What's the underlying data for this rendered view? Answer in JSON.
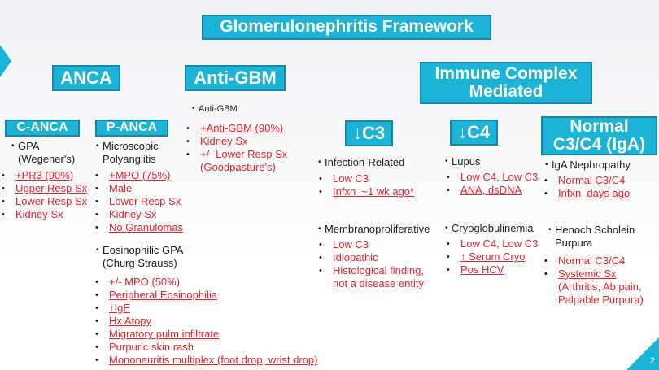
{
  "title": "Glomerulonephritis Framework",
  "page_number": "2",
  "categories": {
    "anca": "ANCA",
    "anti_gbm": "Anti-GBM",
    "immune_complex": "Immune Complex\nMediated"
  },
  "subcategories": {
    "c_anca": "C-ANCA",
    "p_anca": "P-ANCA",
    "low_c3": "↓C3",
    "low_c4": "↓C4",
    "normal": "Normal\nC3/C4 (IgA)"
  },
  "colors": {
    "box": "#1bb3d6",
    "box_border": "#1b86a6",
    "red_text": "#e3262d"
  },
  "blocks": [
    {
      "name": "gpa",
      "heading": "GPA\n(Wegener's)",
      "items": [
        {
          "text": "+PR3 (90%)",
          "underlined": true
        },
        {
          "text": "Upper Resp Sx",
          "underlined": true
        },
        {
          "text": "Lower Resp Sx",
          "underlined": false
        },
        {
          "text": "Kidney Sx",
          "underlined": false
        }
      ]
    },
    {
      "name": "microscopic-polyangiitis",
      "heading": "Microscopic\nPolyangiitis",
      "items": [
        {
          "text": "+MPO (75%)",
          "underlined": true
        },
        {
          "text": "Male",
          "underlined": false
        },
        {
          "text": "Lower Resp Sx",
          "underlined": false
        },
        {
          "text": "Kidney Sx",
          "underlined": false
        },
        {
          "text": "No Granulomas",
          "underlined": true
        }
      ]
    },
    {
      "name": "eosinophilic-gpa",
      "heading": "Eosinophilic GPA\n(Churg Strauss)",
      "items": [
        {
          "text": "+/- MPO (50%)",
          "underlined": false
        },
        {
          "text": "Peripheral Eosinophilia",
          "underlined": true
        },
        {
          "text": "↑IgE",
          "underlined": true
        },
        {
          "text": "Hx Atopy",
          "underlined": true
        },
        {
          "text": "Migratory pulm infiltrate",
          "underlined": true
        },
        {
          "text": "Purpuric skin rash",
          "underlined": false
        },
        {
          "text": "Mononeuritis multiplex (foot drop, wrist drop)",
          "underlined": true
        }
      ]
    },
    {
      "name": "anti-gbm",
      "heading": "Anti-GBM",
      "items": [
        {
          "text": "+Anti-GBM (90%)",
          "underlined": true
        },
        {
          "text": "Kidney Sx",
          "underlined": false
        },
        {
          "text": "+/- Lower Resp Sx\n(Goodpasture's)",
          "underlined": false
        }
      ]
    },
    {
      "name": "infection-related",
      "heading": "Infection-Related",
      "items": [
        {
          "text": "Low C3",
          "underlined": false
        },
        {
          "text": "Infxn  ~1 wk ago*",
          "underlined": true
        }
      ]
    },
    {
      "name": "membranoproliferative",
      "heading": "Membranoproliferative",
      "items": [
        {
          "text": "Low C3",
          "underlined": false
        },
        {
          "text": "Idiopathic",
          "underlined": false
        },
        {
          "text": "Histological finding,\nnot a disease entity",
          "underlined": false
        }
      ]
    },
    {
      "name": "lupus",
      "heading": "Lupus",
      "items": [
        {
          "text": "Low C4, Low C3",
          "underlined": false
        },
        {
          "text": "ANA, dsDNA",
          "underlined": true
        }
      ]
    },
    {
      "name": "cryoglobulinemia",
      "heading": "Cryoglobulinemia",
      "items": [
        {
          "text": "Low C4, Low C3",
          "underlined": false
        },
        {
          "text": "↑ Serum Cryo",
          "underlined": true
        },
        {
          "text": "Pos HCV",
          "underlined": true
        }
      ]
    },
    {
      "name": "iga-nephropathy",
      "heading": "IgA Nephropathy",
      "items": [
        {
          "text": "Normal C3/C4",
          "underlined": false
        },
        {
          "text": "Infxn  days ago",
          "underlined": true
        }
      ]
    },
    {
      "name": "henoch-schonlein-purpura",
      "heading": "Henoch Scholein\nPurpura",
      "items": [
        {
          "text": "Normal C3/C4",
          "underlined": false
        },
        {
          "text": "Systemic Sx",
          "underlined": true
        },
        {
          "text": "(Arthritis, Ab pain,\nPalpable Purpura)",
          "underlined": false,
          "continuation": true
        }
      ]
    }
  ]
}
